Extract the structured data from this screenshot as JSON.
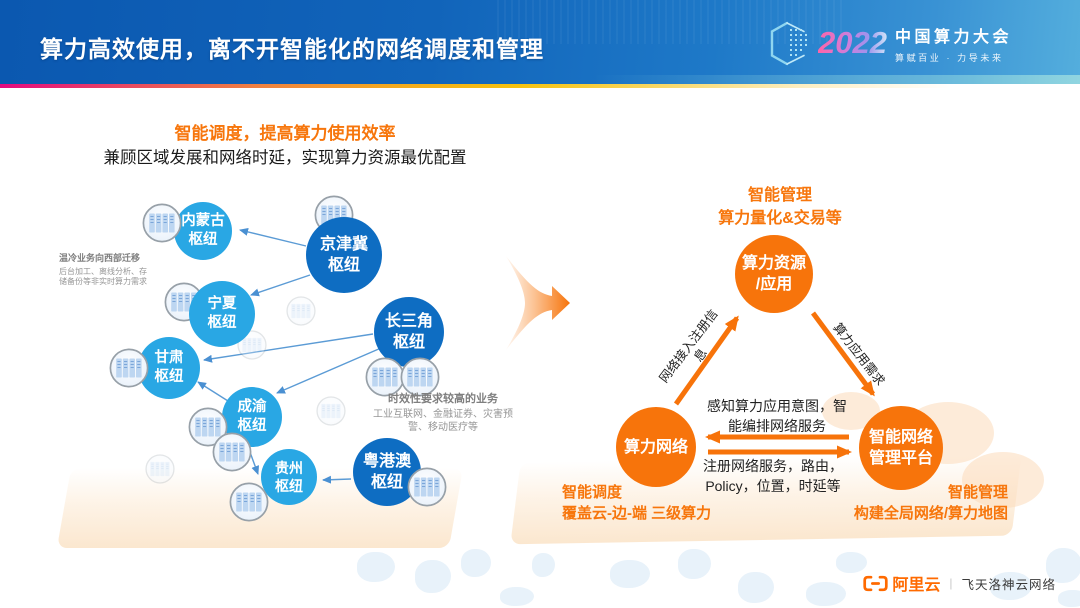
{
  "header": {
    "title": "算力高效使用，离不开智能化的网络调度和管理",
    "logo": {
      "cube_icon": "tech-cube-icon",
      "year": "2022",
      "name": "中国算力大会",
      "slogan": "算赋百业 · 力导未来"
    }
  },
  "left_panel": {
    "title": "智能调度，提高算力使用效率",
    "subtitle": "兼顾区域发展和网络时延，实现算力资源最优配置",
    "west_note": {
      "title": "温冷业务向西部迁移",
      "desc": "后台加工、离线分析、存储备份等非实时算力需求"
    },
    "east_note": {
      "title": "时效性要求较高的业务",
      "desc": "工业互联网、金融证券、灾害预警、移动医疗等"
    },
    "hubs": [
      {
        "name": "内蒙古",
        "suffix": "枢纽"
      },
      {
        "name": "京津冀",
        "suffix": "枢纽"
      },
      {
        "name": "宁夏",
        "suffix": "枢纽"
      },
      {
        "name": "长三角",
        "suffix": "枢纽"
      },
      {
        "name": "甘肃",
        "suffix": "枢纽"
      },
      {
        "name": "成渝",
        "suffix": "枢纽"
      },
      {
        "name": "贵州",
        "suffix": "枢纽"
      },
      {
        "name": "粤港澳",
        "suffix": "枢纽"
      }
    ]
  },
  "right_panel": {
    "top_caption": {
      "line1": "智能管理",
      "line2": "算力量化&交易等"
    },
    "nodes": {
      "resource": {
        "line1": "算力资源",
        "line2": "/应用"
      },
      "network": {
        "line1": "算力网络"
      },
      "platform": {
        "line1": "智能网络",
        "line2": "管理平台"
      }
    },
    "edges": {
      "register": "网络接入注册信息",
      "demand": "算力应用需求",
      "orchestrate": "感知算力应用意图，智能编排网络服务",
      "services": "注册网络服务，路由，Policy，位置，时延等"
    },
    "bottom_left": {
      "line1": "智能调度",
      "line2": "覆盖云-边-端 三级算力"
    },
    "bottom_right": {
      "line1": "智能管理",
      "line2": "构建全局网络/算力地图"
    }
  },
  "footer": {
    "brand": "阿里云",
    "divider": "|",
    "product": "飞天洛神云网络"
  },
  "colors": {
    "accent_orange": "#F7760C",
    "hub_dark_blue": "#0E6DC2",
    "hub_light_blue": "#29A7E4",
    "header_blue": "#1164BA",
    "arrow_blue": "#5B9BD5"
  }
}
